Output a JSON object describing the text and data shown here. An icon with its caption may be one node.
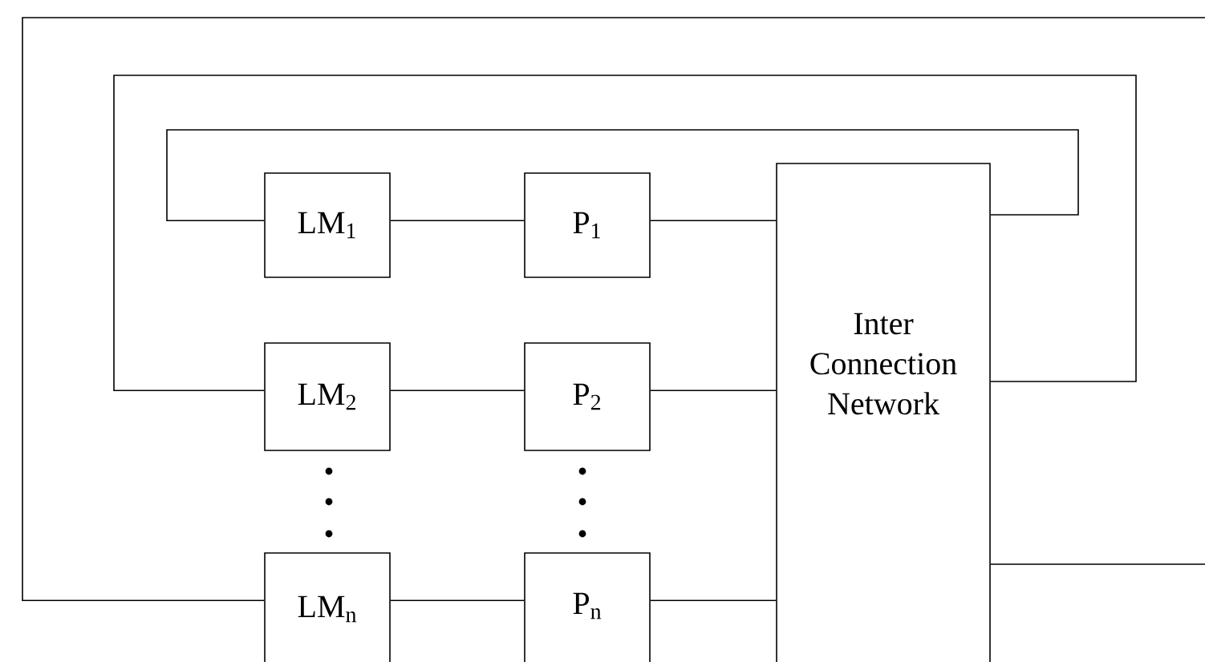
{
  "diagram": {
    "nodes": [
      {
        "text": [
          "LM$_{1}$"
        ]
      },
      {
        "text": [
          "P$_{1}$"
        ]
      },
      {
        "text": [
          "Inter Connection Network"
        ]
      },
      {
        "text": [
          "LM$_{2}$"
        ]
      },
      {
        "text": [
          "P$_{2}$"
        ]
      },
      {
        "text": [
          "LM$_{n}$"
        ]
      },
      {
        "text": [
          "P$_{n}$"
        ]
      }
    ],
    "edges": [
      {
        "from": 0,
        "to": 1,
        "arrow": "none"
      },
      {
        "from": 1,
        "to": 2,
        "arrow": "none"
      },
      {
        "from": 3,
        "to": 4,
        "arrow": "none"
      },
      {
        "from": 4,
        "to": 2,
        "arrow": "none"
      },
      {
        "from": 5,
        "to": 6,
        "arrow": "none"
      },
      {
        "from": 6,
        "to": 2,
        "arrow": "none"
      },
      {
        "from": 2,
        "to": 0,
        "arrow": "none"
      },
      {
        "from": 2,
        "to": 3,
        "arrow": "none"
      },
      {
        "from": 2,
        "to": 5,
        "arrow": "none"
      }
    ]
  }
}
